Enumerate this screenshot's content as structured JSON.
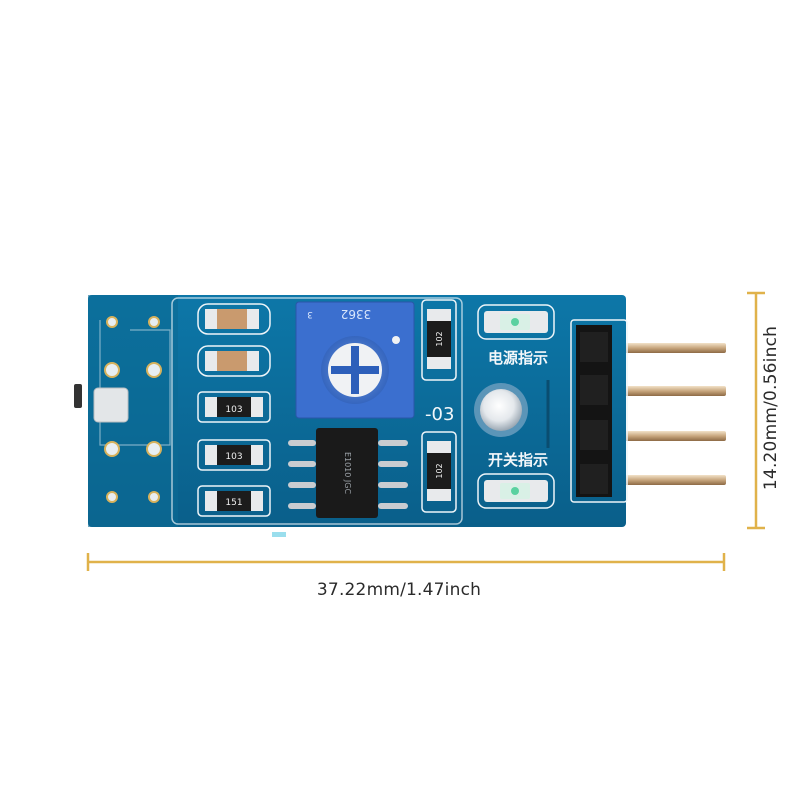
{
  "image": {
    "subject": "IR sensor module",
    "background_color": "#ffffff",
    "pcb_color": "#0b6f9e",
    "accent_color": "#e0b24a"
  },
  "dimensions": {
    "width_label": "37.22mm/1.47inch",
    "height_label": "14.20mm/0.56inch"
  },
  "board": {
    "potentiometer_code": "3362",
    "trimmer_mark": "3",
    "resistor_codes": [
      "103",
      "103",
      "151",
      "102",
      "102"
    ],
    "module_suffix": "-03",
    "power_indicator_label": "电源指示",
    "switch_indicator_label": "开关指示",
    "chip_marking": "E1010 JGC"
  }
}
